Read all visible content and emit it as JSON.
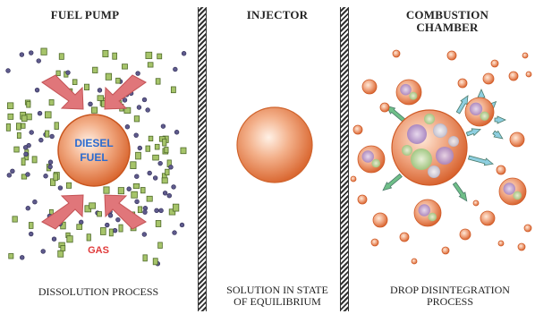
{
  "panels": {
    "fuel_pump": {
      "title": "FUEL PUMP",
      "caption": "DISSOLUTION PROCESS",
      "drop_label_line1": "DIESEL",
      "drop_label_line2": "FUEL",
      "gas_label": "GAS"
    },
    "injector": {
      "title": "INJECTOR",
      "caption_line1": "SOLUTION IN STATE",
      "caption_line2": "OF EQUILIBRIUM"
    },
    "combustion": {
      "title_line1": "COMBUSTION",
      "title_line2": "CHAMBER",
      "caption_line1": "DROP DISINTEGRATION",
      "caption_line2": "PROCESS"
    }
  },
  "colors": {
    "drop_orange": "#e2733a",
    "drop_highlight": "#ffe6d2",
    "gas_square": "#a6c46a",
    "gas_circle": "#5e5a8c",
    "arrow_red": "#e0767a",
    "arrow_green": "#6fbf88",
    "arrow_blue": "#8ecfe0",
    "label_blue": "#2a6bd0",
    "label_red": "#e03a3a"
  }
}
